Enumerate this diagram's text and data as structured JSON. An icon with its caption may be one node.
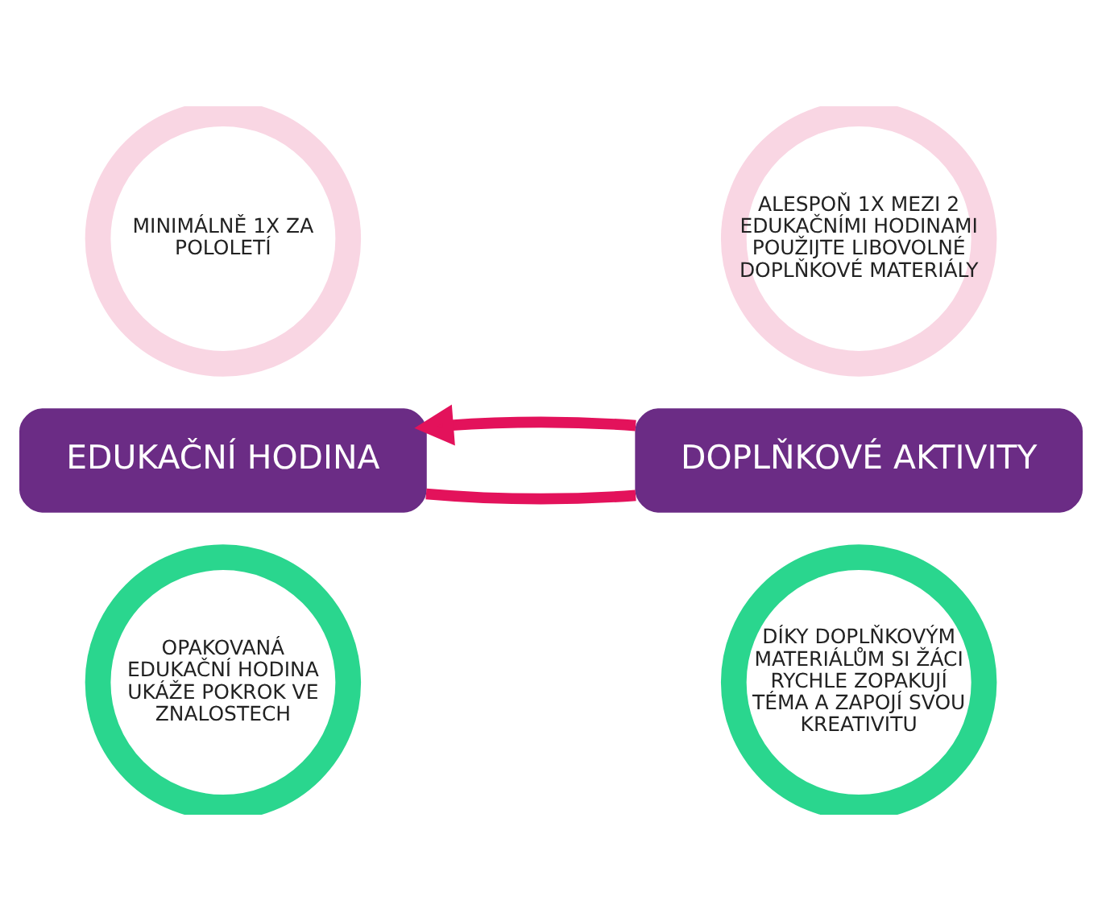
{
  "diagram": {
    "nodes": [
      {
        "text": [
          "MINIMÁLNĚ 1X ZA POLOLETÍ"
        ]
      },
      {
        "text": [
          "EDUKAČNÍ HODINA"
        ]
      },
      {
        "text": [
          "OPAKOVANÁ EDUKAČNÍ HODINA UKÁŽE POKROK VE ZNALOSTECH"
        ]
      },
      {
        "text": [
          "ALESPOŇ 1X MEZI 2 EDUKAČNÍMI HODINAMI POUŽIJTE LIBOVOLNÉ DOPLŇKOVÉ MATERIÁLY"
        ]
      },
      {
        "text": [
          "DOPLŇKOVÉ AKTIVITY"
        ]
      },
      {
        "text": [
          "DÍKY DOPLŇKOVÝM MATERIÁLŮM SI ŽÁCI RYCHLE ZOPAKUJÍ TÉMA A ZAPOJÍ SVOU KREATIVITU"
        ]
      }
    ],
    "edges": [
      {
        "from": 1,
        "to": 4,
        "arrow": "none"
      },
      {
        "from": 4,
        "to": 1,
        "arrow": "to"
      }
    ]
  }
}
